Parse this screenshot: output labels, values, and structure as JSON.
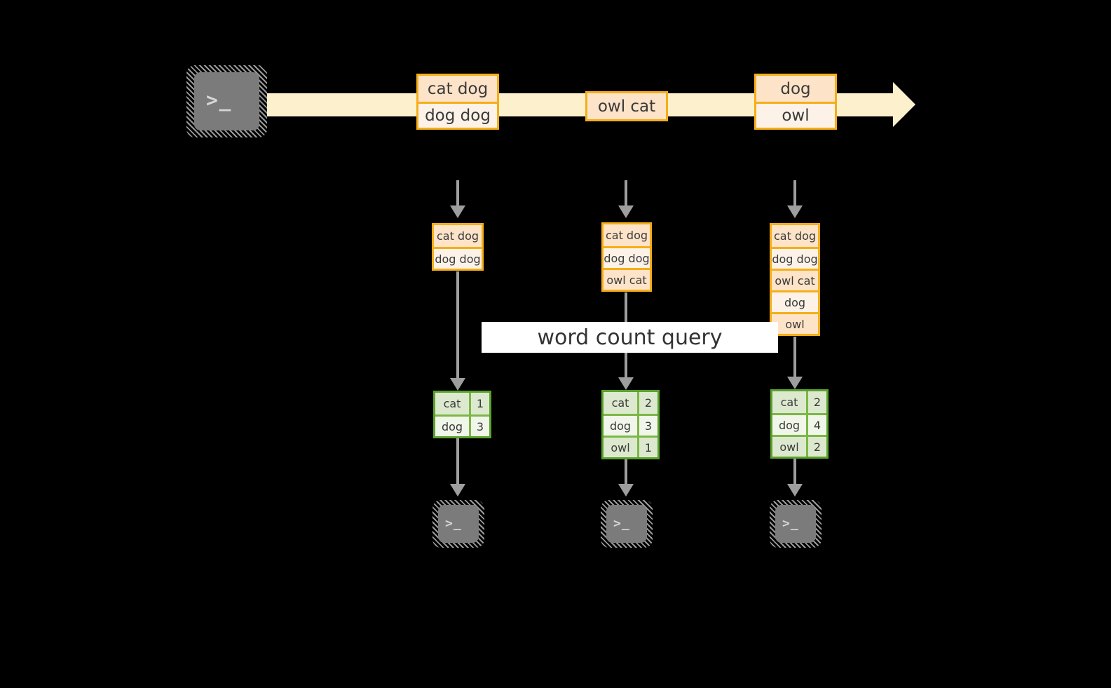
{
  "diagram": {
    "title_banner": {
      "label": "word count query"
    },
    "colors": {
      "background": "#000000",
      "stream_band": "#fdf0cd",
      "event_border": "#f5ae18",
      "event_fill_dark": "#fde3c8",
      "event_fill_light": "#fdf2e8",
      "result_border": "#5aa22c",
      "result_fill_dark": "#dde9cf",
      "result_fill_light": "#f1f6ea",
      "arrow_gray": "#9e9e9e",
      "terminal_face": "#7b7b7b",
      "banner_bg": "#ffffff"
    },
    "source": {
      "icon": "terminal-icon",
      "prompt_glyph": ">_"
    },
    "stream_events": [
      {
        "lines": [
          "cat dog",
          "dog dog"
        ]
      },
      {
        "lines": [
          "owl cat"
        ]
      },
      {
        "lines": [
          "dog",
          "owl"
        ]
      }
    ],
    "snapshots": [
      {
        "accumulated": [
          "cat dog",
          "dog dog"
        ],
        "result": {
          "rows": [
            {
              "word": "cat",
              "count": "1"
            },
            {
              "word": "dog",
              "count": "3"
            }
          ]
        },
        "sink": {
          "icon": "terminal-icon",
          "prompt_glyph": ">_"
        }
      },
      {
        "accumulated": [
          "cat dog",
          "dog dog",
          "owl cat"
        ],
        "result": {
          "rows": [
            {
              "word": "cat",
              "count": "2"
            },
            {
              "word": "dog",
              "count": "3"
            },
            {
              "word": "owl",
              "count": "1"
            }
          ]
        },
        "sink": {
          "icon": "terminal-icon",
          "prompt_glyph": ">_"
        }
      },
      {
        "accumulated": [
          "cat dog",
          "dog dog",
          "owl cat",
          "dog",
          "owl"
        ],
        "result": {
          "rows": [
            {
              "word": "cat",
              "count": "2"
            },
            {
              "word": "dog",
              "count": "4"
            },
            {
              "word": "owl",
              "count": "2"
            }
          ]
        },
        "sink": {
          "icon": "terminal-icon",
          "prompt_glyph": ">_"
        }
      }
    ]
  }
}
